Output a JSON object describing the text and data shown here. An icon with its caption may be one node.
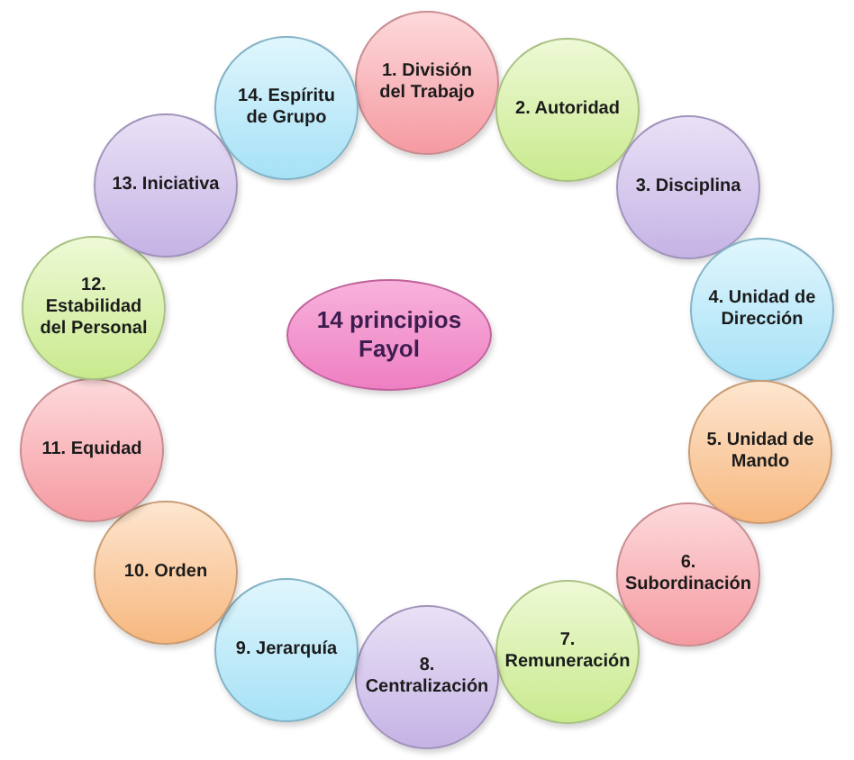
{
  "diagram": {
    "nodes": [
      {
        "text": [
          "14 principios Fayol"
        ]
      },
      {
        "text": [
          "1. División del Trabajo"
        ]
      },
      {
        "text": [
          "2. Autoridad"
        ]
      },
      {
        "text": [
          "3. Disciplina"
        ]
      },
      {
        "text": [
          "4. Unidad de Dirección"
        ]
      },
      {
        "text": [
          "5. Unidad de Mando"
        ]
      },
      {
        "text": [
          "6. Subordinación"
        ]
      },
      {
        "text": [
          "7. Remuneración"
        ]
      },
      {
        "text": [
          "8. Centralización"
        ]
      },
      {
        "text": [
          "9. Jerarquía"
        ]
      },
      {
        "text": [
          "10. Orden"
        ]
      },
      {
        "text": [
          "11. Equidad"
        ]
      },
      {
        "text": [
          "12. Estabilidad del Personal"
        ]
      },
      {
        "text": [
          "13. Iniciativa"
        ]
      },
      {
        "text": [
          "14. Espíritu de Grupo"
        ]
      }
    ]
  }
}
